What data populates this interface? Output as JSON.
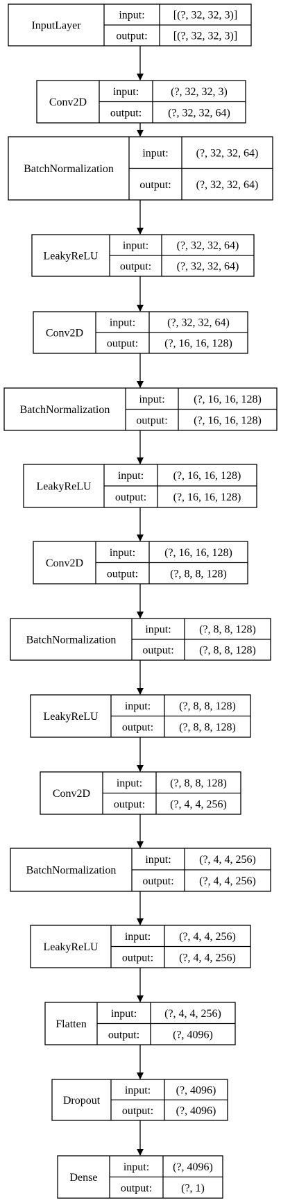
{
  "diagram": {
    "input_label": "input:",
    "output_label": "output:",
    "layers": [
      {
        "name": "InputLayer",
        "input": "[(?, 32, 32, 3)]",
        "output": "[(?, 32, 32, 3)]"
      },
      {
        "name": "Conv2D",
        "input": "(?, 32, 32, 3)",
        "output": "(?, 32, 32, 64)"
      },
      {
        "name": "BatchNormalization",
        "input": "(?, 32, 32, 64)",
        "output": "(?, 32, 32, 64)"
      },
      {
        "name": "LeakyReLU",
        "input": "(?, 32, 32, 64)",
        "output": "(?, 32, 32, 64)"
      },
      {
        "name": "Conv2D",
        "input": "(?, 32, 32, 64)",
        "output": "(?, 16, 16, 128)"
      },
      {
        "name": "BatchNormalization",
        "input": "(?, 16, 16, 128)",
        "output": "(?, 16, 16, 128)"
      },
      {
        "name": "LeakyReLU",
        "input": "(?, 16, 16, 128)",
        "output": "(?, 16, 16, 128)"
      },
      {
        "name": "Conv2D",
        "input": "(?, 16, 16, 128)",
        "output": "(?, 8, 8, 128)"
      },
      {
        "name": "BatchNormalization",
        "input": "(?, 8, 8, 128)",
        "output": "(?, 8, 8, 128)"
      },
      {
        "name": "LeakyReLU",
        "input": "(?, 8, 8, 128)",
        "output": "(?, 8, 8, 128)"
      },
      {
        "name": "Conv2D",
        "input": "(?, 8, 8, 128)",
        "output": "(?, 4, 4, 256)"
      },
      {
        "name": "BatchNormalization",
        "input": "(?, 4, 4, 256)",
        "output": "(?, 4, 4, 256)"
      },
      {
        "name": "LeakyReLU",
        "input": "(?, 4, 4, 256)",
        "output": "(?, 4, 4, 256)"
      },
      {
        "name": "Flatten",
        "input": "(?, 4, 4, 256)",
        "output": "(?, 4096)"
      },
      {
        "name": "Dropout",
        "input": "(?, 4096)",
        "output": "(?, 4096)"
      },
      {
        "name": "Dense",
        "input": "(?, 4096)",
        "output": "(?, 1)"
      }
    ]
  }
}
